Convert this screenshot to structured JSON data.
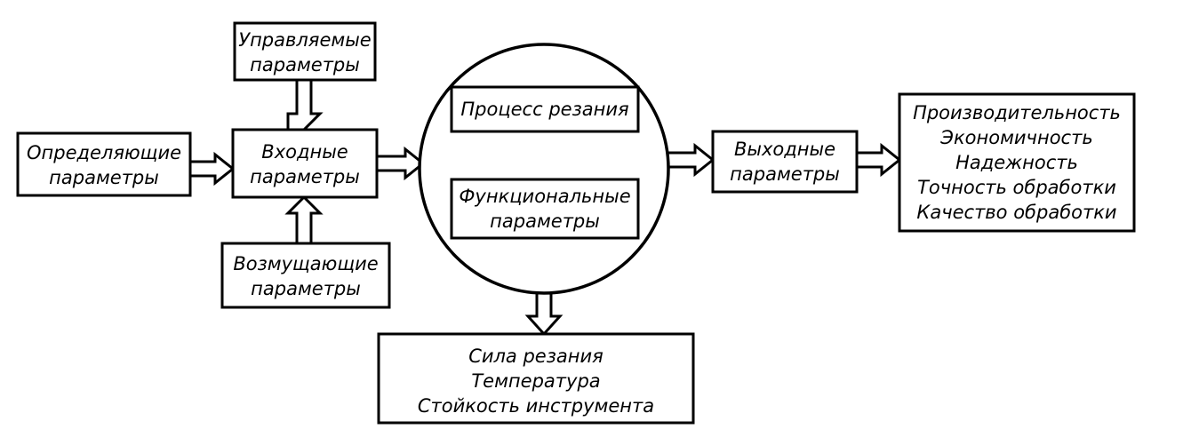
{
  "boxes": {
    "controlled": [
      "Управляемые",
      "параметры"
    ],
    "defining": [
      "Определяющие",
      "параметры"
    ],
    "input": [
      "Входные",
      "параметры"
    ],
    "disturbing": [
      "Возмущающие",
      "параметры"
    ],
    "process": [
      "Процесс резания"
    ],
    "functional": [
      "Функциональные",
      "параметры"
    ],
    "output": [
      "Выходные",
      "параметры"
    ],
    "results": [
      "Производительность",
      "Экономичность",
      "Надежность",
      "Точность обработки",
      "Качество обработки"
    ],
    "cutting": [
      "Сила резания",
      "Температура",
      "Стойкость инструмента"
    ]
  }
}
